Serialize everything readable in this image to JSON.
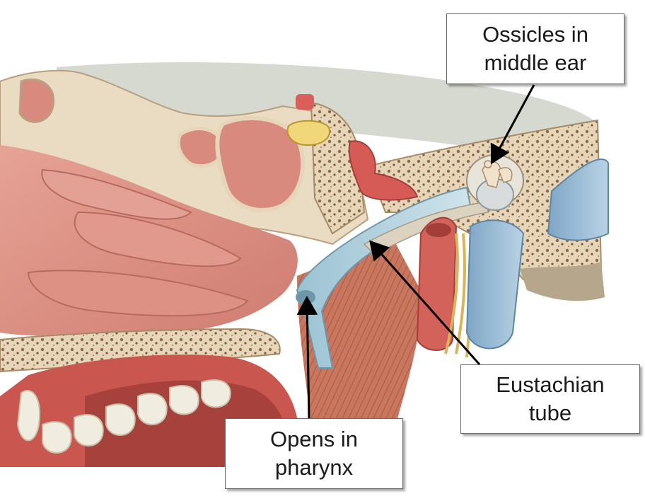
{
  "labels": {
    "ossicles": {
      "line1": "Ossicles in",
      "line2": "middle ear"
    },
    "eustachian": {
      "line1": "Eustachian",
      "line2": "tube"
    },
    "pharynx": {
      "line1": "Opens in",
      "line2": "pharynx"
    }
  },
  "colors": {
    "mucosa": "#d98a7e",
    "bone": "#e8d8bc",
    "tube": "#a9cbd8",
    "vein": "#8fb4d1",
    "artery": "#d3625a",
    "muscle": "#c97b62",
    "teeth": "#f1ece0",
    "nerve": "#d9b45a",
    "arrow": "#000000"
  }
}
